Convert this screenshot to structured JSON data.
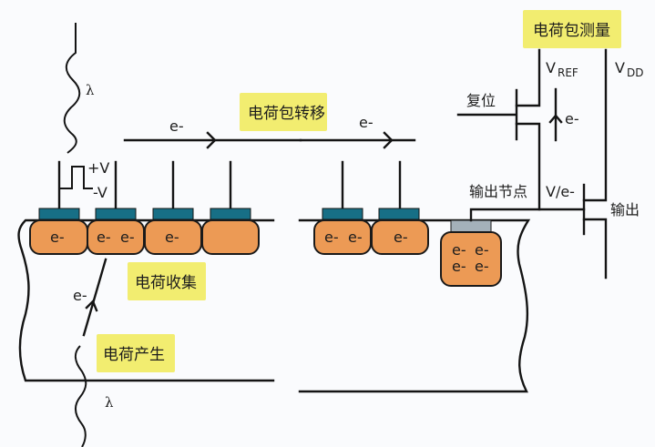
{
  "title": "CCD charge generation, transfer and measurement",
  "colors": {
    "well": "#ec9a55",
    "gate": "#176f86",
    "output_node": "#a4b1ba",
    "label_bg": "#f2ed70",
    "line": "#141414",
    "background": "#fafbfd"
  },
  "labels": {
    "charge_generation": "电荷产生",
    "charge_collection": "电荷收集",
    "charge_transfer": "电荷包转移",
    "charge_measurement": "电荷包测量",
    "reset": "复位",
    "output_node": "输出节点",
    "output": "输出",
    "v_per_e": "V/e-",
    "vref_main": "V",
    "vref_sub": "REF",
    "vdd_main": "V",
    "vdd_sub": "DD",
    "plus_v": "+V",
    "minus_v": "-V",
    "lambda_top": "λ",
    "lambda_bottom": "λ",
    "electron": "e-"
  },
  "arrows": {
    "transfer_left": "e-",
    "transfer_right": "e-",
    "generation": "e-",
    "reset_flow": "e-"
  },
  "wells": [
    {
      "electrons": [
        "e-"
      ]
    },
    {
      "electrons": [
        "e-",
        "e-"
      ]
    },
    {
      "electrons": [
        "e-"
      ]
    },
    {
      "electrons": []
    },
    {
      "electrons": [
        "e-",
        "e-"
      ]
    },
    {
      "electrons": [
        "e-"
      ]
    }
  ],
  "output_well": {
    "electrons": [
      "e-",
      "e-",
      "e-",
      "e-"
    ]
  }
}
